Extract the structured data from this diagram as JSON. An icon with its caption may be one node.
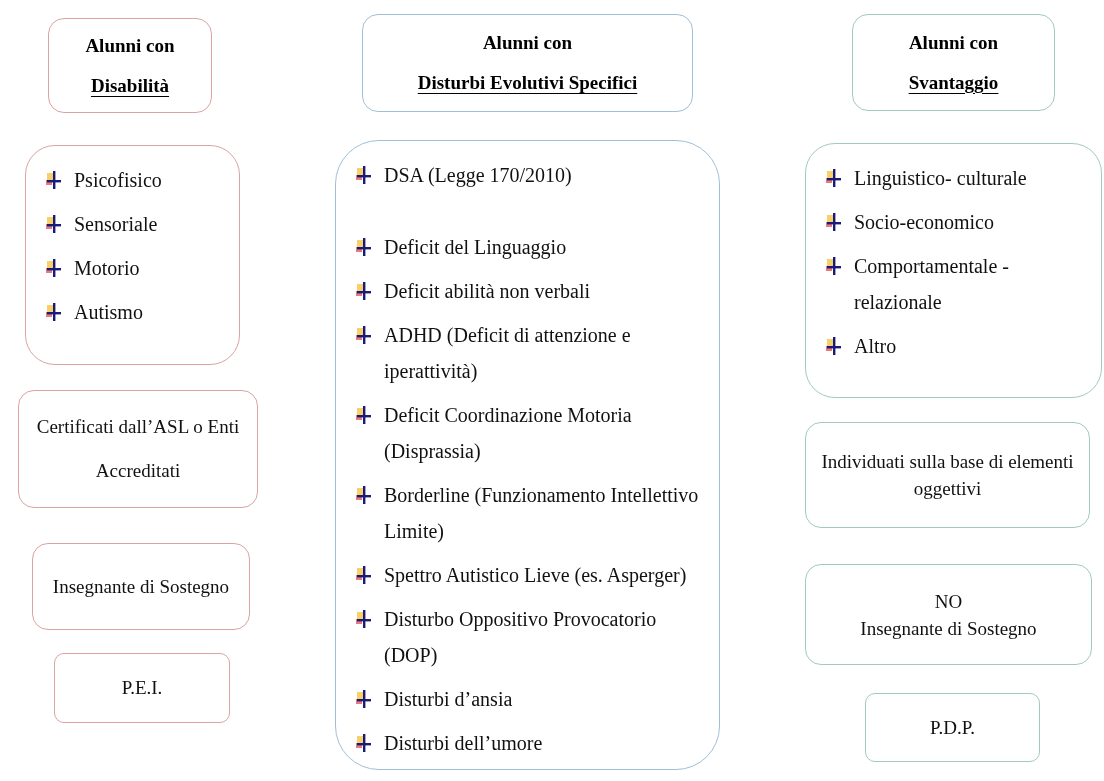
{
  "diagram": {
    "nodes": [
      {
        "text": [
          "Alunni con",
          "Disabilità"
        ]
      },
      {
        "text": [
          "Psicofisico",
          "Sensoriale",
          "Motorio",
          "Autismo"
        ]
      },
      {
        "text": [
          "Certificati dall’ASL o Enti Accreditati"
        ]
      },
      {
        "text": [
          "Insegnante di Sostegno"
        ]
      },
      {
        "text": [
          "P.E.I."
        ]
      },
      {
        "text": [
          "Alunni con",
          "Disturbi Evolutivi Specifici"
        ]
      },
      {
        "text": [
          "DSA (Legge 170/2010)",
          "Deficit del Linguaggio",
          "Deficit abilità non verbali",
          "ADHD (Deficit di attenzione e iperattività)",
          "Deficit Coordinazione Motoria (Disprassia)",
          "Borderline (Funzionamento Intellettivo Limite)",
          "Spettro Autistico Lieve (es. Asperger)",
          "Disturbo Oppositivo Provocatorio (DOP)",
          "Disturbi d’ansia",
          "Disturbi dell’umore"
        ]
      },
      {
        "text": [
          "Alunni con",
          "Svantaggio"
        ]
      },
      {
        "text": [
          "Linguistico- culturale",
          "Socio-economico",
          "Comportamentale - relazionale",
          "Altro"
        ]
      },
      {
        "text": [
          "Individuati sulla base di elementi oggettivi"
        ]
      },
      {
        "text": [
          "NO",
          "Insegnante di Sostegno"
        ]
      },
      {
        "text": [
          "P.D.P."
        ]
      }
    ]
  }
}
